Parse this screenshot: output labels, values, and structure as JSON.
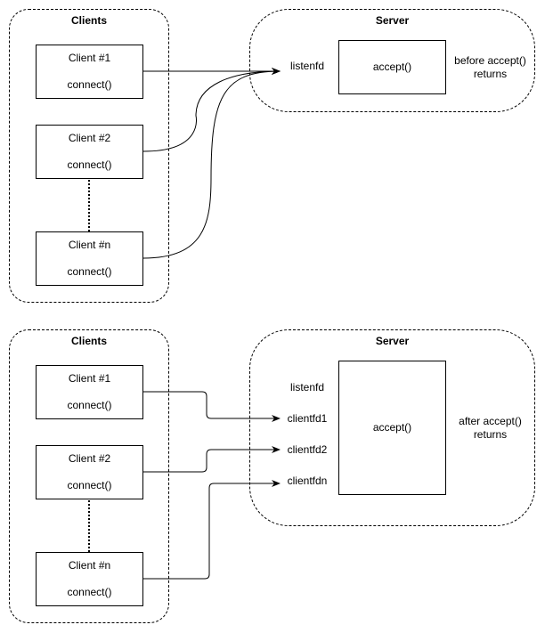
{
  "top": {
    "clients_title": "Clients",
    "server_title": "Server",
    "clients": [
      {
        "name": "Client #1",
        "call": "connect()"
      },
      {
        "name": "Client #2",
        "call": "connect()"
      },
      {
        "name": "Client #n",
        "call": "connect()"
      }
    ],
    "listenfd": "listenfd",
    "accept": "accept()",
    "note_line1": "before accept()",
    "note_line2": "returns"
  },
  "bottom": {
    "clients_title": "Clients",
    "server_title": "Server",
    "clients": [
      {
        "name": "Client #1",
        "call": "connect()"
      },
      {
        "name": "Client #2",
        "call": "connect()"
      },
      {
        "name": "Client #n",
        "call": "connect()"
      }
    ],
    "listenfd": "listenfd",
    "fds": [
      "clientfd1",
      "clientfd2",
      "clientfdn"
    ],
    "accept": "accept()",
    "note_line1": "after accept()",
    "note_line2": "returns"
  }
}
